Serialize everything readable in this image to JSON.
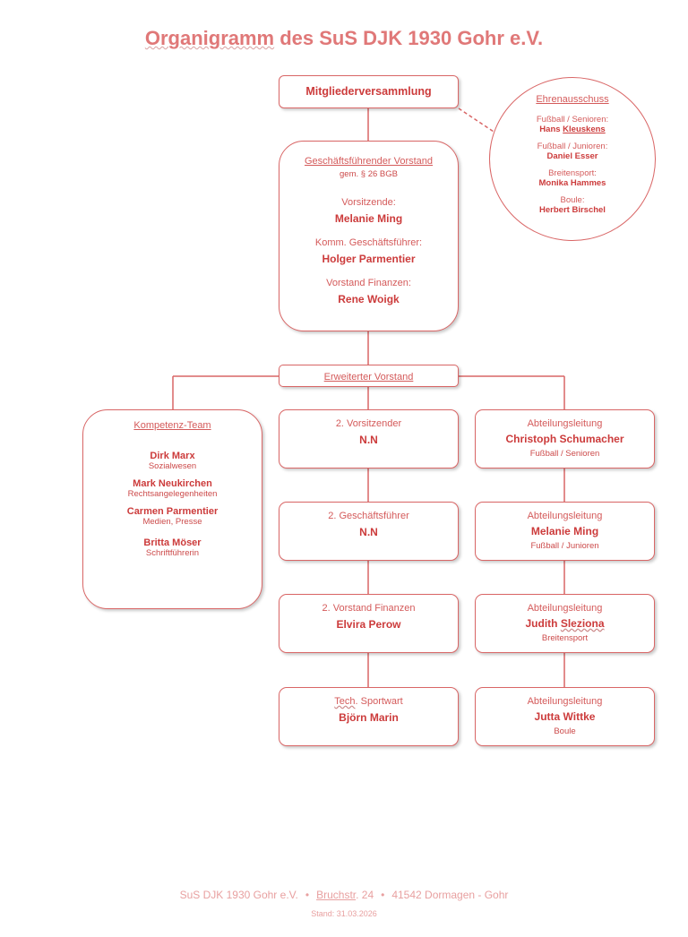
{
  "title": {
    "underlined": "Organigramm",
    "rest": " des SuS DJK 1930 Gohr e.V."
  },
  "colors": {
    "accent": "#d96666",
    "text": "#cc3b3b",
    "title": "#e07878",
    "footer": "#e8a0a0"
  },
  "mitgliederversammlung": "Mitgliederversammlung",
  "ehrenausschuss": {
    "title": "Ehrenausschuss",
    "entries": [
      {
        "label": "Fußball / Senioren:",
        "first": "Hans ",
        "last": "Kleuskens"
      },
      {
        "label": "Fußball / Junioren:",
        "name": "Daniel Esser"
      },
      {
        "label": "Breitensport:",
        "name": "Monika Hammes"
      },
      {
        "label": "Boule:",
        "name": "Herbert Birschel"
      }
    ]
  },
  "vorstand": {
    "title": "Geschäftsführender Vorstand",
    "subtitle": "gem. § 26 BGB",
    "entries": [
      {
        "label": "Vorsitzende:",
        "name": "Melanie Ming"
      },
      {
        "label": "Komm. Geschäftsführer:",
        "name": "Holger Parmentier"
      },
      {
        "label": "Vorstand Finanzen:",
        "name": "Rene Woigk"
      }
    ]
  },
  "erweiterter_vorstand": "Erweiterter Vorstand",
  "kompetenz_team": {
    "title": "Kompetenz-Team",
    "members": [
      {
        "name": "Dirk Marx",
        "role": "Sozialwesen"
      },
      {
        "name": "Mark Neukirchen",
        "role": "Rechtsangelegenheiten"
      },
      {
        "name": "Carmen Parmentier",
        "role": "Medien, Presse"
      },
      {
        "name": "Britta Möser",
        "role": "Schriftführerin"
      }
    ]
  },
  "middle_column": [
    {
      "label": "2. Vorsitzender",
      "name": "N.N"
    },
    {
      "label": "2. Geschäftsführer",
      "name": "N.N"
    },
    {
      "label": "2. Vorstand Finanzen",
      "name": "Elvira Perow"
    },
    {
      "label_wavy": "Tech",
      "label_rest": ". Sportwart",
      "name": "Björn Marin"
    }
  ],
  "right_column": [
    {
      "label": "Abteilungsleitung",
      "name": "Christoph Schumacher",
      "dept": "Fußball / Senioren"
    },
    {
      "label": "Abteilungsleitung",
      "name": "Melanie Ming",
      "dept": "Fußball / Junioren"
    },
    {
      "label": "Abteilungsleitung",
      "first": "Judith ",
      "last": "Sleziona",
      "dept": "Breitensport"
    },
    {
      "label": "Abteilungsleitung",
      "name": "Jutta Wittke",
      "dept": "Boule"
    }
  ],
  "footer": {
    "org": "SuS DJK 1930 Gohr e.V.",
    "street_wavy": "Bruchstr",
    "street_rest": ". 24",
    "city": "41542 Dormagen - Gohr",
    "separator": "•",
    "stand": "Stand: 31.03.2026"
  }
}
